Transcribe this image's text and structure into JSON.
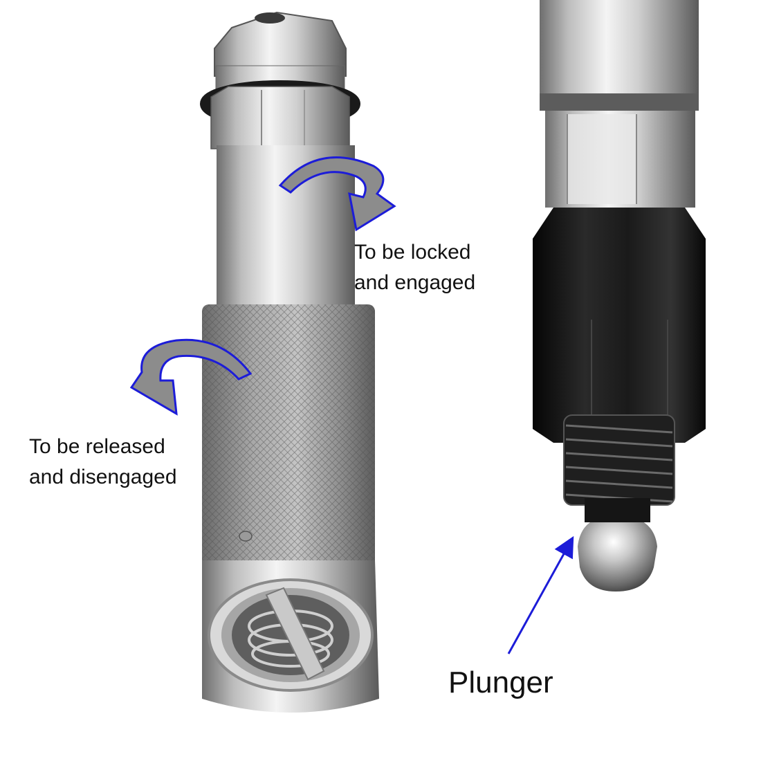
{
  "annotations": {
    "locked": {
      "line1": "To be locked",
      "line2": "and engaged"
    },
    "released": {
      "line1": "To be released",
      "line2": "and disengaged"
    },
    "plunger": "Plunger"
  },
  "colors": {
    "arrow_stroke": "#1c1cd8",
    "arrow_fill": "#8c8c8c",
    "steel_light": "#e6e6e6",
    "steel_dark": "#7a7a7a",
    "black_nut": "#141414"
  }
}
